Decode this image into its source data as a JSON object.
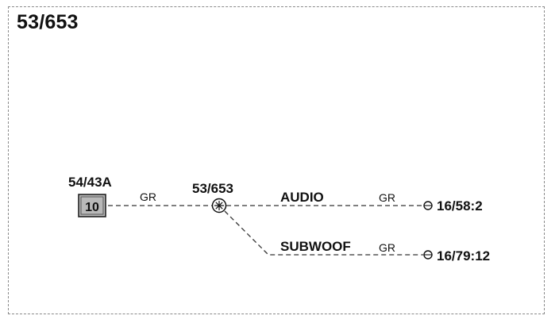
{
  "title": "53/653",
  "connector": {
    "label": "54/43A",
    "pin": "10"
  },
  "splice": {
    "label": "53/653"
  },
  "wires": {
    "input_color": "GR",
    "audio_label": "AUDIO",
    "audio_color": "GR",
    "subwoof_label": "SUBWOOF",
    "subwoof_color": "GR"
  },
  "terminals": {
    "audio": "16/58:2",
    "subwoof": "16/79:12"
  },
  "icons": {
    "splice": "splice-node-icon",
    "terminal": "terminal-ring-icon"
  },
  "colors": {
    "ink": "#111111",
    "connector_fill": "#b9b9b9"
  }
}
